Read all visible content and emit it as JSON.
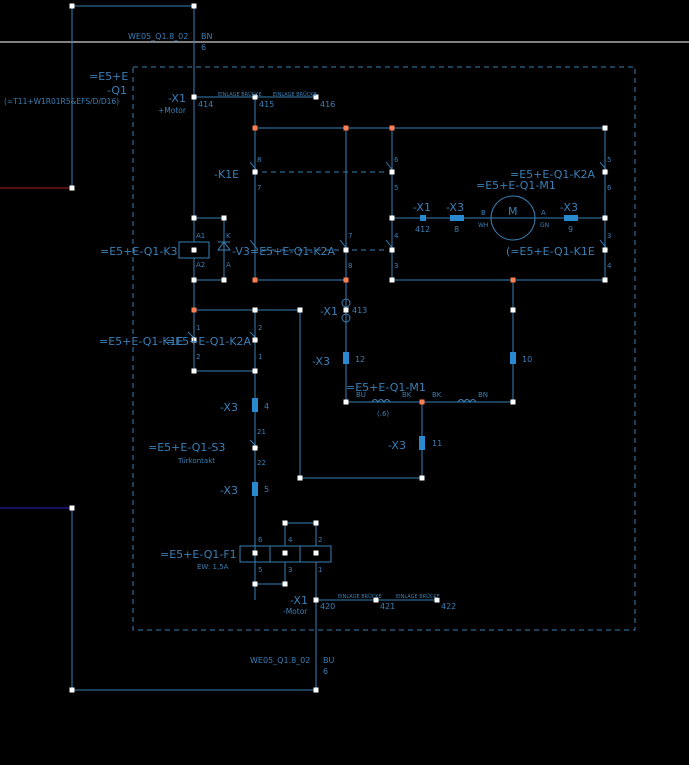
{
  "colors": {
    "background": "#000000",
    "wire": "#3a7fb5",
    "text": "#3a7fb5",
    "node": "#ffffff",
    "highlight_node": "#ff7f50",
    "red_wire": "#b01c1c",
    "blue_wire": "#2323c8"
  },
  "labels": {
    "top_ref": "WE05_Q1.8_02",
    "top_bn": "BN",
    "top_6": "6",
    "q1_a": "=E5+E",
    "q1_b": "-Q1",
    "side_ref": "(=T11+W1R01R5&EFS/D/D16)",
    "x1_top": "-X1",
    "motor_top": "+Motor",
    "pin_414": "414",
    "pin_415": "415",
    "pin_416": "416",
    "bridge": "EINLAGE\nBRÜCKE",
    "k1e_main": "-K1E",
    "k2a_main": "=E5+E-Q1-K2A",
    "m1_main": "=E5+E-Q1-M1",
    "x1_mid": "-X1",
    "x3_a": "-X3",
    "x3_b": "-X3",
    "pin_412": "412",
    "pin_8": "8",
    "pin_9": "9",
    "motor_m": "M",
    "wh": "WH",
    "gn": "GN",
    "pin_A": "A",
    "pin_B": "B",
    "k1e_right": "(=E5+E-Q1-K1E",
    "k3": "=E5+E-Q1-K3",
    "v3": "-V3",
    "k2a_mid": "=E5+E-Q1-K2A",
    "a1": "A1",
    "a2": "A2",
    "k_lbl": "K",
    "a_lbl": "A",
    "k1e_low": "=E5+E-Q1-K1E",
    "k2a_low": "=E5+E-Q1-K2A",
    "x1_413": "-X1",
    "pin_413": "413",
    "x3_12": "-X3",
    "pin_12": "12",
    "pin_10": "10",
    "m1_low": "=E5+E-Q1-M1",
    "bu": "BU",
    "bk1": "BK",
    "bk2": "BK",
    "bn2": "BN",
    "r6": "(.6)",
    "x3_4": "-X3",
    "pin_4": "4",
    "x3_11": "-X3",
    "pin_11": "11",
    "s3": "=E5+E-Q1-S3",
    "tuer": "Türkontakt",
    "pin_21": "21",
    "pin_22": "22",
    "x3_5": "-X3",
    "pin_5": "5",
    "f1": "=E5+E-Q1-F1",
    "ew": "EW:  1,5A",
    "x1_bottom": "-X1",
    "motor_bottom": "-Motor",
    "pin_420": "420",
    "pin_421": "421",
    "pin_422": "422",
    "bot_ref": "WE05_Q1.8_02",
    "bot_bu": "BU",
    "bot_6": "6",
    "n1": "1",
    "n2": "2",
    "n3": "3",
    "n4": "4",
    "n5": "5",
    "n6": "6",
    "n7": "7",
    "n8": "8"
  }
}
